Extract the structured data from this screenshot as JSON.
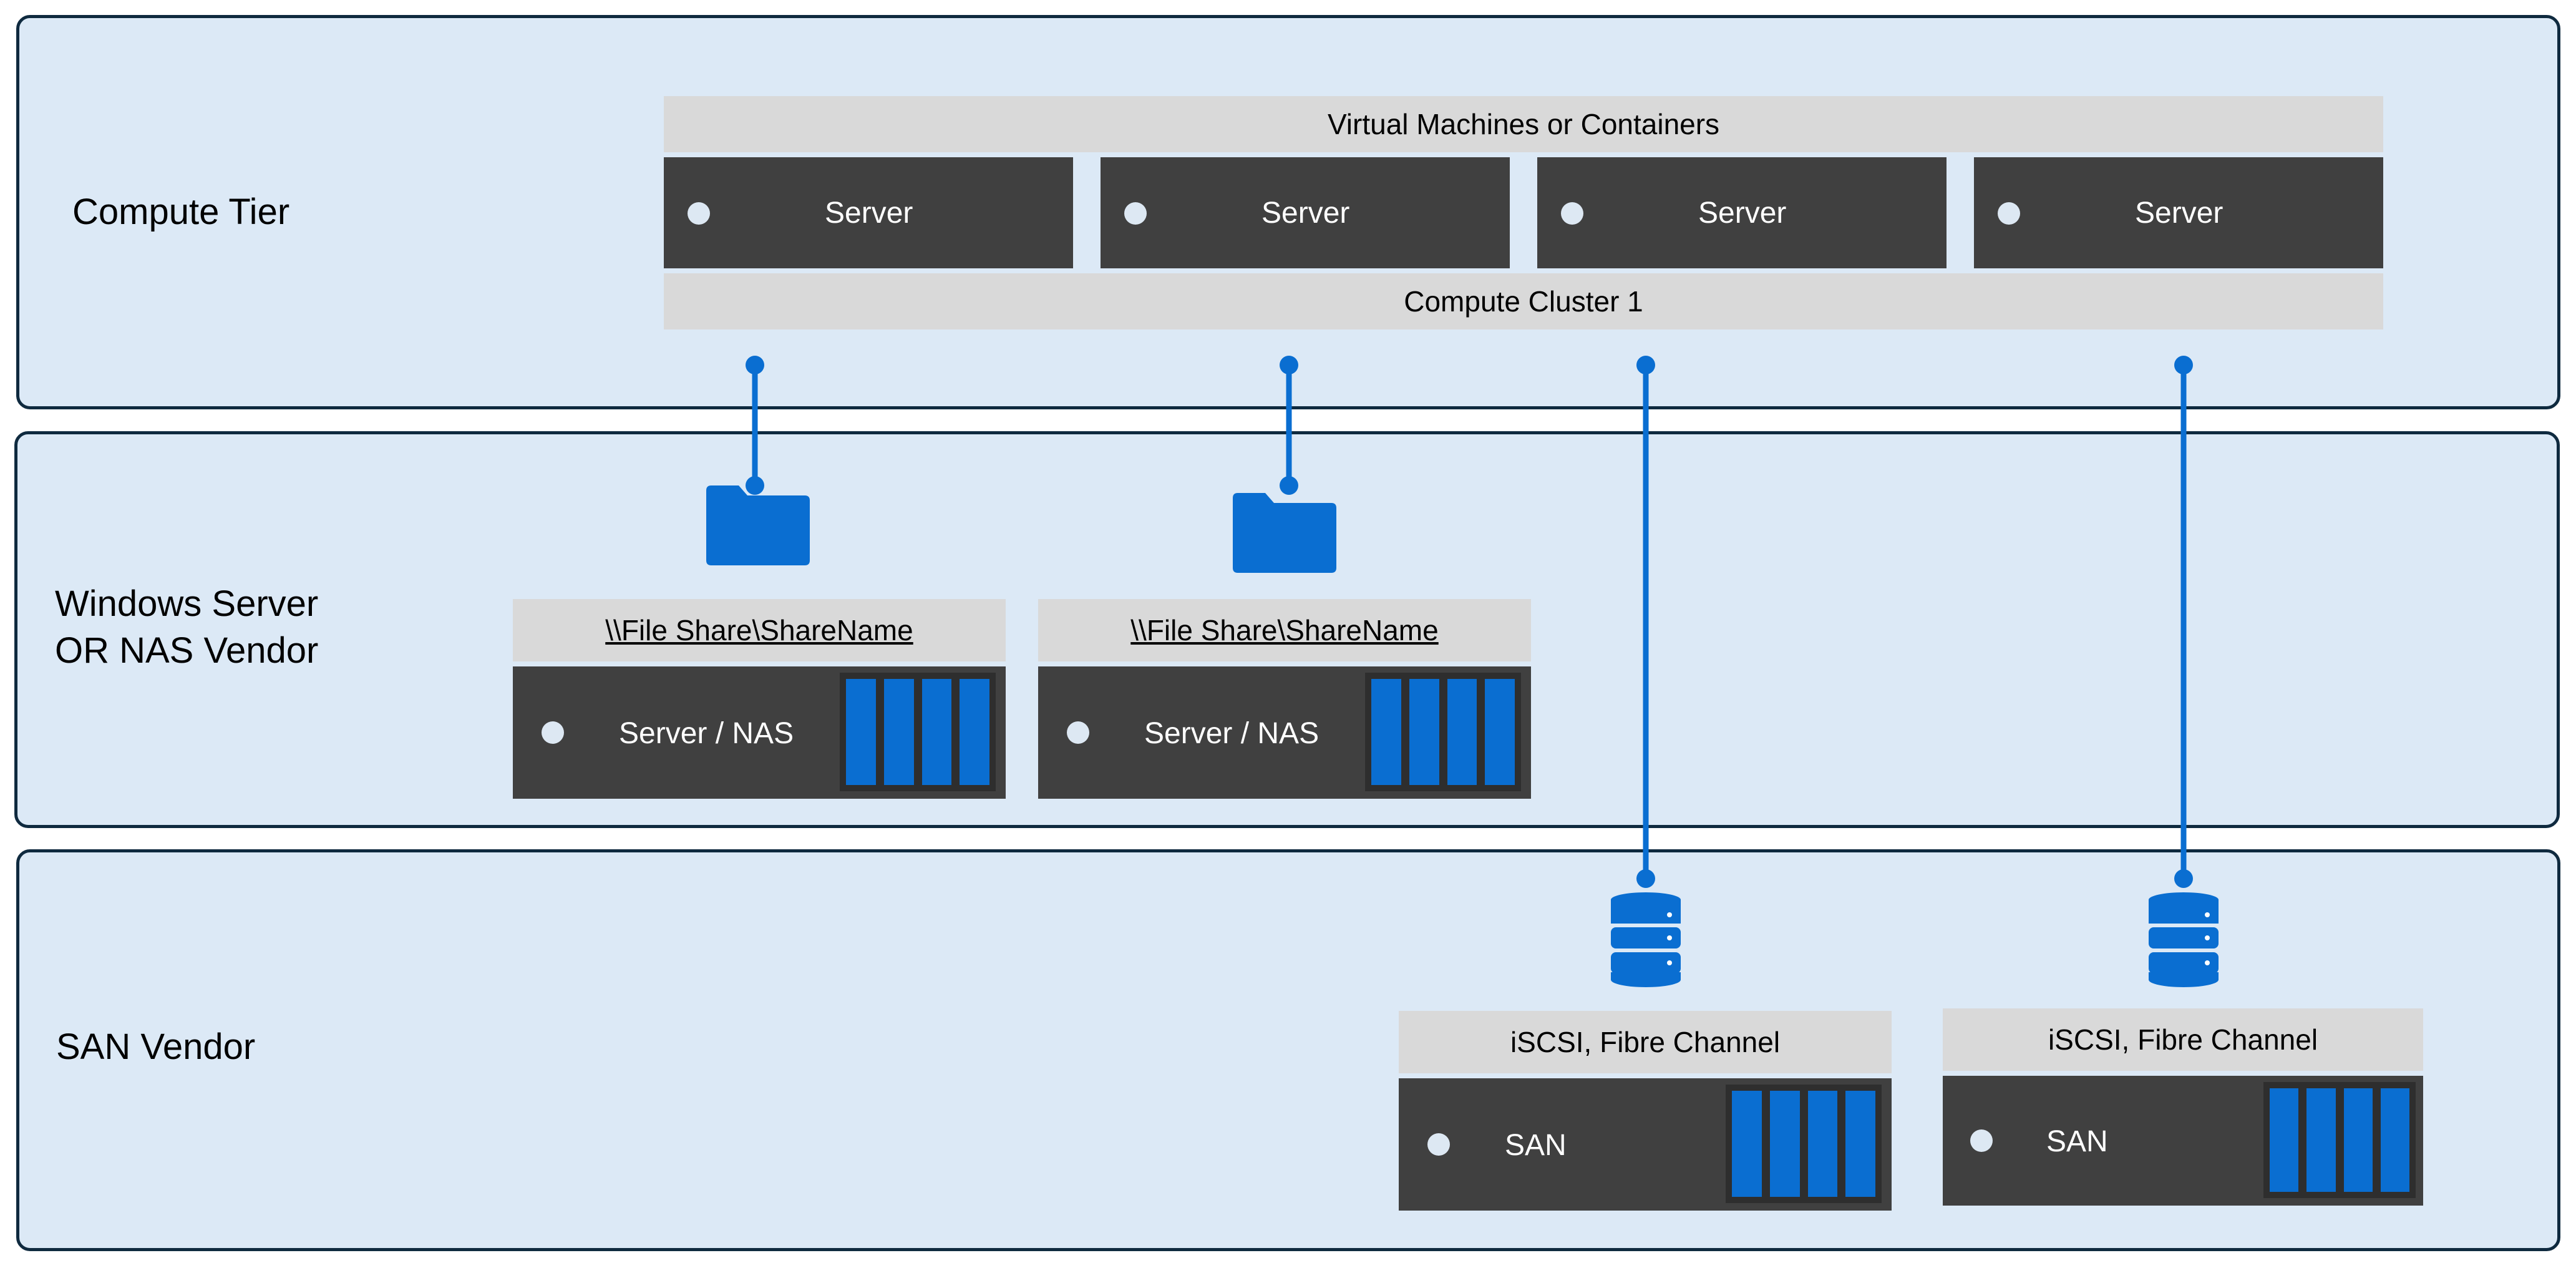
{
  "tiers": {
    "compute": {
      "label": "Compute Tier"
    },
    "file": {
      "label": "Windows Server\nOR  NAS Vendor"
    },
    "san": {
      "label": "SAN Vendor"
    }
  },
  "compute": {
    "vm_bar": "Virtual Machines or Containers",
    "cluster_bar": "Compute Cluster 1",
    "servers": [
      "Server",
      "Server",
      "Server",
      "Server"
    ]
  },
  "file_servers": [
    {
      "share": "\\\\File Share\\ShareName",
      "label": "Server / NAS"
    },
    {
      "share": "\\\\File Share\\ShareName",
      "label": "Server / NAS"
    }
  ],
  "san_devices": [
    {
      "protocol": "iSCSI, Fibre Channel",
      "label": "SAN"
    },
    {
      "protocol": "iSCSI, Fibre Channel",
      "label": "SAN"
    }
  ],
  "icons": {
    "share": "folder-icon",
    "volume": "database-icon",
    "status": "status-led-icon"
  },
  "colors": {
    "tier_bg": "#dce9f6",
    "tier_border": "#0f2a3f",
    "accent": "#0a6ed1",
    "box": "#404040",
    "bar": "#d9d9d9"
  }
}
